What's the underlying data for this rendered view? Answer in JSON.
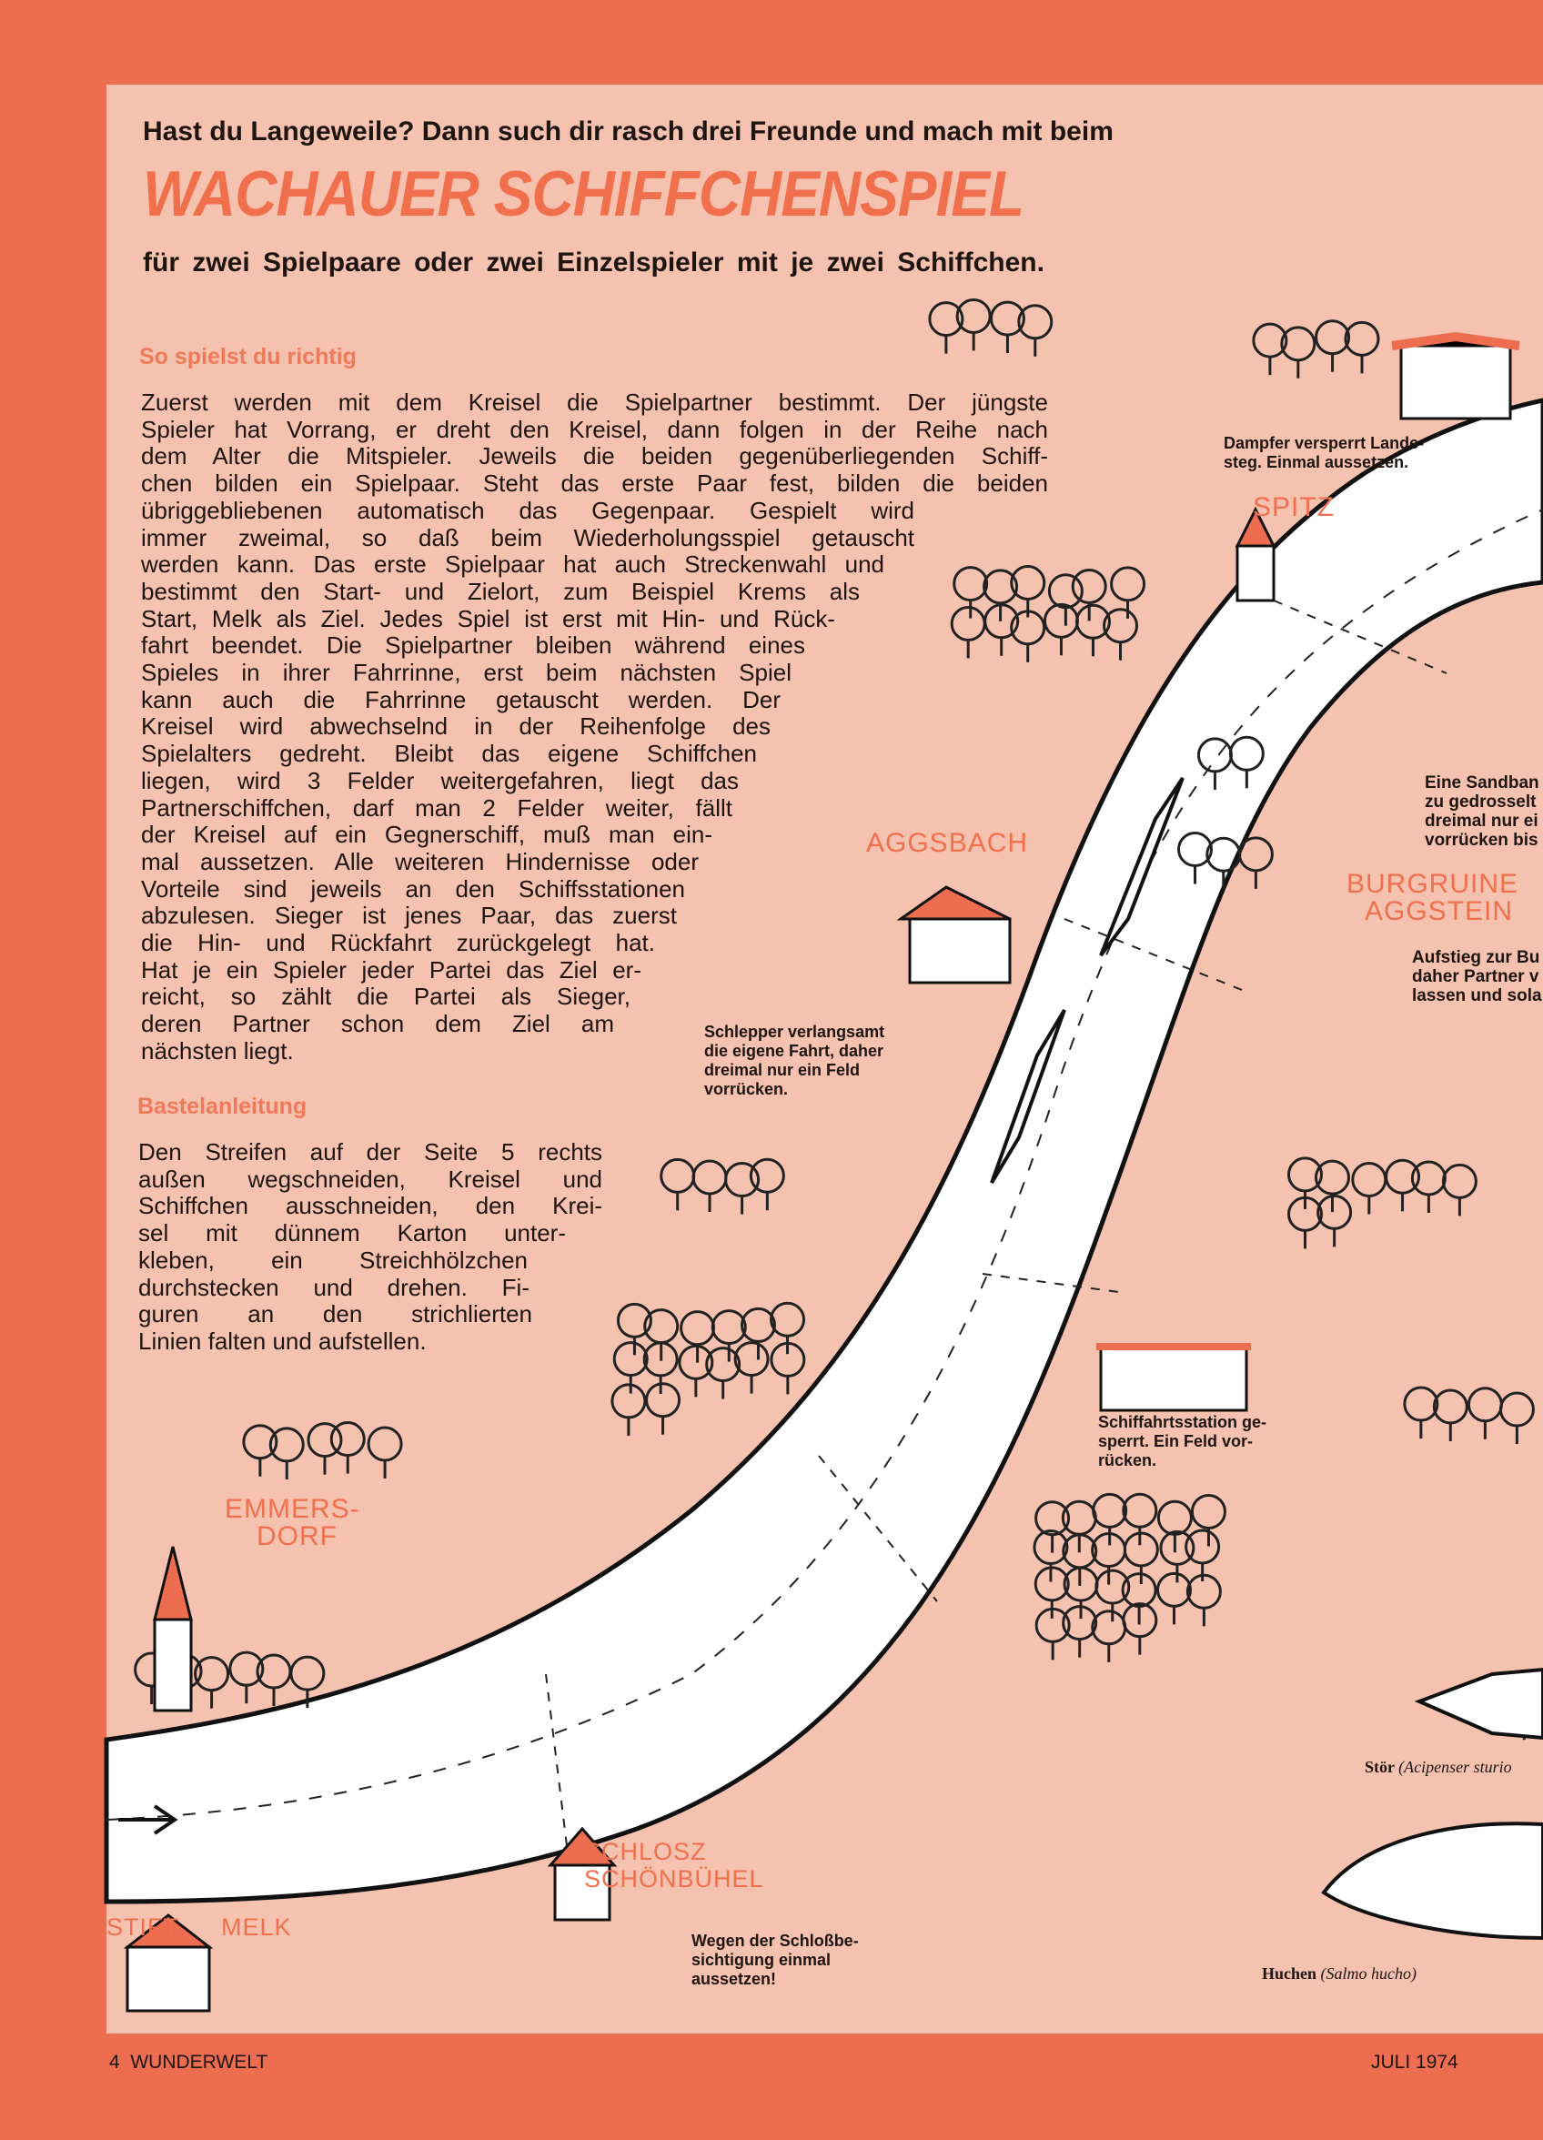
{
  "header": {
    "intro": "Hast du Langeweile? Dann such dir rasch drei Freunde und mach mit beim",
    "title": "WACHAUER SCHIFFCHENSPIEL",
    "subtitle": "für zwei Spielpaare oder zwei Einzelspieler mit je zwei Schiffchen."
  },
  "rules": {
    "heading": "So spielst du richtig",
    "lines": [
      "Zuerst werden mit dem Kreisel die Spielpartner bestimmt. Der jüngste",
      "Spieler hat Vorrang, er dreht den Kreisel, dann folgen in der Reihe nach",
      "dem Alter die Mitspieler. Jeweils die beiden gegenüberliegenden Schiff-",
      "chen bilden ein Spielpaar. Steht das erste Paar fest, bilden die beiden",
      "übriggebliebenen automatisch das Gegenpaar. Gespielt wird",
      "immer zweimal, so daß beim Wiederholungsspiel getauscht",
      "werden kann. Das erste Spielpaar hat auch Streckenwahl und",
      "bestimmt den Start- und Zielort, zum Beispiel Krems als",
      "Start, Melk als Ziel. Jedes Spiel ist erst mit Hin- und Rück-",
      "fahrt beendet. Die Spielpartner bleiben während eines",
      "Spieles in ihrer Fahrrinne, erst beim nächsten Spiel",
      "kann auch die Fahrrinne getauscht werden. Der",
      "Kreisel wird abwechselnd in der Reihenfolge des",
      "Spielalters gedreht. Bleibt das eigene Schiffchen",
      "liegen, wird 3 Felder weitergefahren, liegt das",
      "Partnerschiffchen, darf man 2 Felder weiter, fällt",
      "der Kreisel auf ein Gegnerschiff, muß man ein-",
      "mal aussetzen. Alle weiteren Hindernisse oder",
      "Vorteile sind jeweils an den Schiffsstationen",
      "abzulesen. Sieger ist jenes Paar, das zuerst",
      "die Hin- und Rückfahrt zurückgelegt hat.",
      "Hat je ein Spieler jeder Partei das Ziel er-",
      "reicht, so zählt die Partei als Sieger,",
      "deren Partner schon dem Ziel am",
      "nächsten liegt."
    ]
  },
  "craft": {
    "heading": "Bastelanleitung",
    "lines": [
      "Den Streifen auf der Seite 5 rechts",
      "außen wegschneiden, Kreisel und",
      "Schiffchen ausschneiden, den Krei-",
      "sel mit dünnem Karton unter-",
      "kleben, ein Streichhölzchen",
      "durchstecken und drehen. Fi-",
      "guren an den strichlierten",
      "Linien falten und aufstellen."
    ]
  },
  "map": {
    "places": {
      "spitz": "SPITZ",
      "aggsbach": "AGGSBACH",
      "burgruine": "BURGRUINE",
      "aggstein": "AGGSTEIN",
      "emmers": "EMMERS-",
      "dorf": "DORF",
      "schlosz": "SCHLOSZ",
      "schoenbuehel": "SCHÖNBÜHEL",
      "stift": "STIFT",
      "melk": "MELK"
    },
    "captions": {
      "dampfer": [
        "Dampfer versperrt Lande-",
        "steg. Einmal aussetzen."
      ],
      "sandbank": [
        "Eine Sandban",
        "zu gedrosselt",
        "dreimal nur ei",
        "vorrücken bis"
      ],
      "aufstieg": [
        "Aufstieg zur Bu",
        "daher Partner v",
        "lassen und sola"
      ],
      "schlepper": [
        "Schlepper verlangsamt",
        "die eigene Fahrt, daher",
        "dreimal nur ein Feld",
        "vorrücken."
      ],
      "station": [
        "Schiffahrtsstation ge-",
        "sperrt. Ein Feld vor-",
        "rücken."
      ],
      "schloss": [
        "Wegen der Schloßbe-",
        "sichtigung einmal",
        "aussetzen!"
      ]
    },
    "fish": {
      "stoer_name": "Stör",
      "stoer_latin": "(Acipenser sturio",
      "huchen_name": "Huchen",
      "huchen_latin": "(Salmo hucho)"
    }
  },
  "footer": {
    "page": "4",
    "magazine": "WUNDERWELT",
    "date": "JULI 1974"
  },
  "colors": {
    "border": "#ec6d4f",
    "paper": "#f6c2b0",
    "accent": "#f0704e"
  }
}
